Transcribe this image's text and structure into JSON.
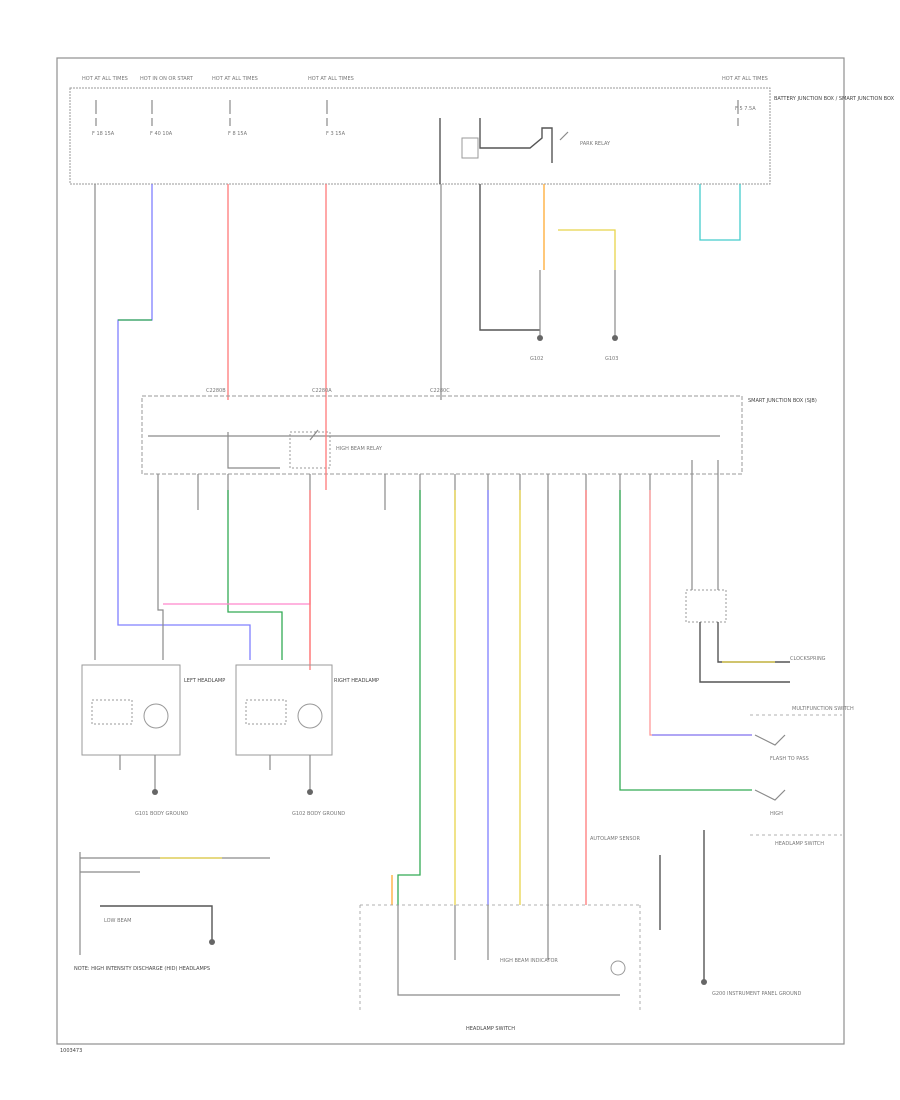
{
  "footer": {
    "id": "1003473",
    "bottom_label": "HEADLAMP SWITCH"
  },
  "fuse_block": {
    "labels": [
      "HOT AT ALL TIMES",
      "HOT IN ON OR START",
      "HOT AT ALL TIMES",
      "HOT AT ALL TIMES",
      "HOT AT ALL TIMES"
    ],
    "fuses": [
      "F 18 15A",
      "F 40 10A",
      "F 8 15A",
      "F 3 15A",
      "F 5 7.5A"
    ],
    "relay_label": "PARK RELAY",
    "panel_name": "BATTERY JUNCTION BOX / SMART JUNCTION BOX"
  },
  "module": {
    "name": "SMART JUNCTION BOX (SJB)",
    "connector_labels": [
      "C2280B",
      "C2280A",
      "C2280C"
    ],
    "relay_label": "HIGH BEAM RELAY"
  },
  "components": {
    "left_headlamp": "LEFT HEADLAMP",
    "right_headlamp": "RIGHT HEADLAMP",
    "ground_left": "G101 BODY GROUND",
    "ground_right": "G102 BODY GROUND",
    "ground_upper_1": "G102",
    "ground_upper_2": "G103",
    "ground_lower": "G200 INSTRUMENT PANEL GROUND",
    "clock_spring": "CLOCKSPRING",
    "steering_switch": "MULTIFUNCTION SWITCH",
    "turn_signal_switch": "HEADLAMP SWITCH",
    "autolamp_sensor": "AUTOLAMP SENSOR",
    "dimmer": "HIGH BEAM INDICATOR",
    "note_left": "NOTE: HIGH INTENSITY DISCHARGE (HID) HEADLAMPS",
    "note_mid": "LOW BEAM",
    "flash_to_pass": "FLASH TO PASS",
    "high_beam": "HIGH"
  }
}
